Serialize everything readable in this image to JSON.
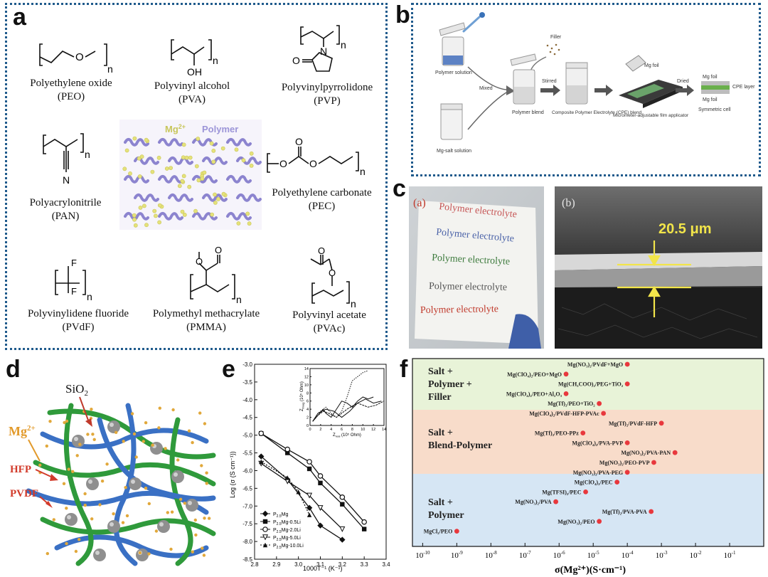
{
  "panels": {
    "a": {
      "label": "a",
      "polymers": [
        {
          "name": "Polyethylene oxide",
          "abbr": "(PEO)"
        },
        {
          "name": "Polyvinyl alcohol",
          "abbr": "(PVA)"
        },
        {
          "name": "Polyvinylpyrrolidone",
          "abbr": "(PVP)"
        },
        {
          "name": "Polyacrylonitrile",
          "abbr": "(PAN)"
        },
        {
          "name": "Polyethylene carbonate",
          "abbr": "(PEC)"
        },
        {
          "name": "Polyvinylidene fluoride",
          "abbr": "(PVdF)"
        },
        {
          "name": "Polymethyl methacrylate",
          "abbr": "(PMMA)"
        },
        {
          "name": "Polyvinyl acetate",
          "abbr": "(PVAc)"
        }
      ],
      "atoms": {
        "o": "O",
        "oh": "OH",
        "n": "N",
        "f": "F",
        "sub_n": "n"
      },
      "schematic": {
        "ion_label": "Mg",
        "ion_charge": "2+",
        "polymer_label": "Polymer"
      }
    },
    "b": {
      "label": "b",
      "labels": {
        "filler": "Filler",
        "polymer_solution": "Polymer solution",
        "mixed": "Mixed",
        "polymer_blend": "Polymer blend",
        "stirred": "Stirred",
        "cpe_blend": "Composite Polymer Electrolyte (CPE) blend",
        "mg_foil_top": "Mg foil",
        "film_applicator": "Micrometer-adjustable film applicator",
        "dried": "Dried",
        "mg_foil_a": "Mg foil",
        "cpe_layer": "CPE layer",
        "mg_foil_b": "Mg foil",
        "symmetric_cell": "Symmetric cell",
        "mg_salt_solution": "Mg-salt solution"
      }
    },
    "c": {
      "label": "c",
      "photo_a_label": "(a)",
      "film_text": [
        "Polymer electrolyte",
        "Polymer electrolyte",
        "Polymer electrolyte",
        "Polymer electrolyte",
        "Polymer electrolyte"
      ],
      "photo_b_label": "(b)",
      "thickness": "20.5 μm"
    },
    "d": {
      "label": "d",
      "sio2": "SiO",
      "sio2_sub": "2",
      "mg": "Mg",
      "mg_charge": "2+",
      "hfp": "HFP",
      "pvdf": "PVDF"
    },
    "e": {
      "label": "e",
      "inset_xlabel": "Z",
      "inset_xlabel_sub": "real",
      "inset_xlabel_unit": "(10⁵ Ohm)",
      "inset_ylabel": "Z",
      "inset_ylabel_sub": "imag",
      "inset_ylabel_unit": "(10⁵ Ohm)",
      "legend": [
        "P",
        "P",
        "P",
        "P",
        "P"
      ],
      "legend_full": [
        "Mg",
        "Mg-0.5Li",
        "Mg-2.0Li",
        "Mg-5.0Li",
        "Mg-10.0Li"
      ],
      "legend_sub": "2.5"
    },
    "f": {
      "label": "f",
      "bands": [
        {
          "lines": [
            "Salt +",
            "Polymer +",
            "Filler"
          ]
        },
        {
          "lines": [
            "Salt +",
            "Blend-Polymer"
          ]
        },
        {
          "lines": [
            "Salt +",
            "Polymer"
          ]
        }
      ],
      "band_colors": [
        "#e8f3d8",
        "#f8dcca",
        "#d6e6f4"
      ]
    }
  },
  "chart_data": [
    {
      "type": "line",
      "panel": "e",
      "xlabel": "1000T⁻¹ (K⁻¹)",
      "ylabel": "Log (σ (S cm⁻¹))",
      "xlim": [
        2.8,
        3.4
      ],
      "ylim": [
        -8.5,
        -3.0
      ],
      "xticks": [
        "2.8",
        "2.9",
        "3.0",
        "3.1",
        "3.2",
        "3.3",
        "3.4"
      ],
      "yticks": [
        "-3.0",
        "-3.5",
        "-4.0",
        "-4.5",
        "-5.0",
        "-5.5",
        "-6.0",
        "-6.5",
        "-7.0",
        "-7.5",
        "-8.0",
        "-8.5"
      ],
      "series": [
        {
          "name": "P2.5Mg",
          "marker": "diamond",
          "dashed": false,
          "x": [
            2.83,
            2.95,
            3.05,
            3.1,
            3.2
          ],
          "y": [
            -5.6,
            -6.25,
            -7.05,
            -7.55,
            -7.95
          ]
        },
        {
          "name": "P2.5Mg-0.5Li",
          "marker": "square",
          "dashed": false,
          "x": [
            2.83,
            2.95,
            3.05,
            3.1,
            3.2,
            3.3
          ],
          "y": [
            -4.95,
            -5.5,
            -5.95,
            -6.35,
            -6.95,
            -7.65
          ]
        },
        {
          "name": "P2.5Mg-2.0Li",
          "marker": "circle",
          "dashed": false,
          "x": [
            2.83,
            2.95,
            3.05,
            3.1,
            3.2,
            3.3
          ],
          "y": [
            -4.95,
            -5.4,
            -5.75,
            -6.15,
            -6.75,
            -7.45
          ]
        },
        {
          "name": "P2.5Mg-5.0Li",
          "marker": "triangle-down",
          "dashed": false,
          "x": [
            2.83,
            2.95,
            3.05,
            3.1,
            3.2
          ],
          "y": [
            -5.8,
            -6.3,
            -6.7,
            -7.05,
            -7.65
          ]
        },
        {
          "name": "P2.5Mg-10.0Li",
          "marker": "triangle-up",
          "dashed": true,
          "x": [
            2.83,
            2.95,
            3.0,
            3.05
          ],
          "y": [
            -5.75,
            -6.2,
            -6.6,
            -7.25
          ]
        }
      ],
      "inset": {
        "xticks": [
          "0",
          "2",
          "4",
          "6",
          "8",
          "10",
          "12",
          "14"
        ],
        "yticks": [
          "0",
          "2",
          "4",
          "6",
          "8",
          "10",
          "12",
          "14"
        ],
        "xlim": [
          0,
          14
        ],
        "ylim": [
          0,
          14
        ],
        "series": [
          {
            "x": [
              0.5,
              1.5,
              3,
              4.5,
              6,
              7.5,
              9,
              10.5,
              12,
              13.5
            ],
            "y": [
              1,
              3,
              4,
              3.5,
              2,
              3.5,
              5.5,
              6.5,
              5.5,
              6
            ]
          },
          {
            "x": [
              0.5,
              1.5,
              3,
              4,
              5,
              6,
              7,
              7.5,
              8,
              9,
              10,
              11
            ],
            "y": [
              1,
              3,
              4.5,
              3,
              2,
              3.5,
              7,
              9,
              11,
              12,
              13,
              13.5
            ]
          },
          {
            "x": [
              0.5,
              1.5,
              2.5,
              3.5,
              5,
              7,
              9,
              11,
              12.5,
              14
            ],
            "y": [
              1,
              2.5,
              3.5,
              3,
              2,
              4,
              5.5,
              4.5,
              5,
              6
            ]
          },
          {
            "x": [
              0.5,
              1.5,
              2.5,
              3,
              4,
              5,
              6,
              7,
              8,
              9,
              10,
              11,
              12
            ],
            "y": [
              1,
              2.5,
              4,
              3,
              2,
              4,
              6,
              5.5,
              4.5,
              6,
              7,
              6.5,
              7
            ]
          }
        ]
      }
    },
    {
      "type": "scatter",
      "panel": "f",
      "xlabel": "σ(Mg²⁺)(S·cm⁻¹)",
      "xscale": "log",
      "xlim": [
        1e-10,
        1
      ],
      "xticks": [
        {
          "base": "10",
          "exp": "-10",
          "v": -10
        },
        {
          "base": "10",
          "exp": "-9",
          "v": -9
        },
        {
          "base": "10",
          "exp": "-8",
          "v": -8
        },
        {
          "base": "10",
          "exp": "-7",
          "v": -7
        },
        {
          "base": "10",
          "exp": "-6",
          "v": -6
        },
        {
          "base": "10",
          "exp": "-5",
          "v": -5
        },
        {
          "base": "10",
          "exp": "-4",
          "v": -4
        },
        {
          "base": "10",
          "exp": "-3",
          "v": -3
        },
        {
          "base": "10",
          "exp": "-2",
          "v": -2
        },
        {
          "base": "10",
          "exp": "-1",
          "v": -1
        }
      ],
      "point_color": "#e8383d",
      "points": [
        {
          "label": "Mg(NO₃)₂/PVdF+MgO",
          "x": 0.0001,
          "row": 1
        },
        {
          "label": "Mg(ClO₄)₂/PEO+MgO",
          "x": 1.6e-06,
          "row": 2
        },
        {
          "label": "Mg(CH₃COO)₂/PEG+TiO₂",
          "x": 0.0001,
          "row": 3
        },
        {
          "label": "Mg(ClO₄)₂/PEO+Al₂O₃",
          "x": 1.6e-06,
          "row": 4
        },
        {
          "label": "Mg(Tf)₂/PEO+TiO₂",
          "x": 1.5e-05,
          "row": 5
        },
        {
          "label": "Mg(ClO₄)₂/PVdF-HFP-PVAc",
          "x": 2e-05,
          "row": 6
        },
        {
          "label": "Mg(Tf)₂/PVdF-HFP",
          "x": 0.001,
          "row": 7
        },
        {
          "label": "Mg(Tf)₂/PEO-PPz",
          "x": 5e-06,
          "row": 8
        },
        {
          "label": "Mg(ClO₄)₂/PVA-PVP",
          "x": 0.0001,
          "row": 9
        },
        {
          "label": "Mg(NO₃)₂/PVA-PAN",
          "x": 0.0025,
          "row": 10
        },
        {
          "label": "Mg(NO₃)₂/PEO-PVP",
          "x": 0.0006,
          "row": 11
        },
        {
          "label": "Mg(NO₃)₂/PVA-PEG",
          "x": 0.0001,
          "row": 12
        },
        {
          "label": "Mg(ClO₄)₂/PEC",
          "x": 5e-05,
          "row": 13
        },
        {
          "label": "Mg(TFSI)₂/PEC",
          "x": 6e-06,
          "row": 14
        },
        {
          "label": "Mg(NO₃)₂/PVA",
          "x": 8e-07,
          "row": 15
        },
        {
          "label": "Mg(Tf)₂/PVA-PVA",
          "x": 0.0005,
          "row": 16
        },
        {
          "label": "Mg(NO₃)₂/PEO",
          "x": 1.5e-05,
          "row": 17
        },
        {
          "label": "MgCl₂/PEO",
          "x": 1e-09,
          "row": 18
        }
      ]
    }
  ]
}
